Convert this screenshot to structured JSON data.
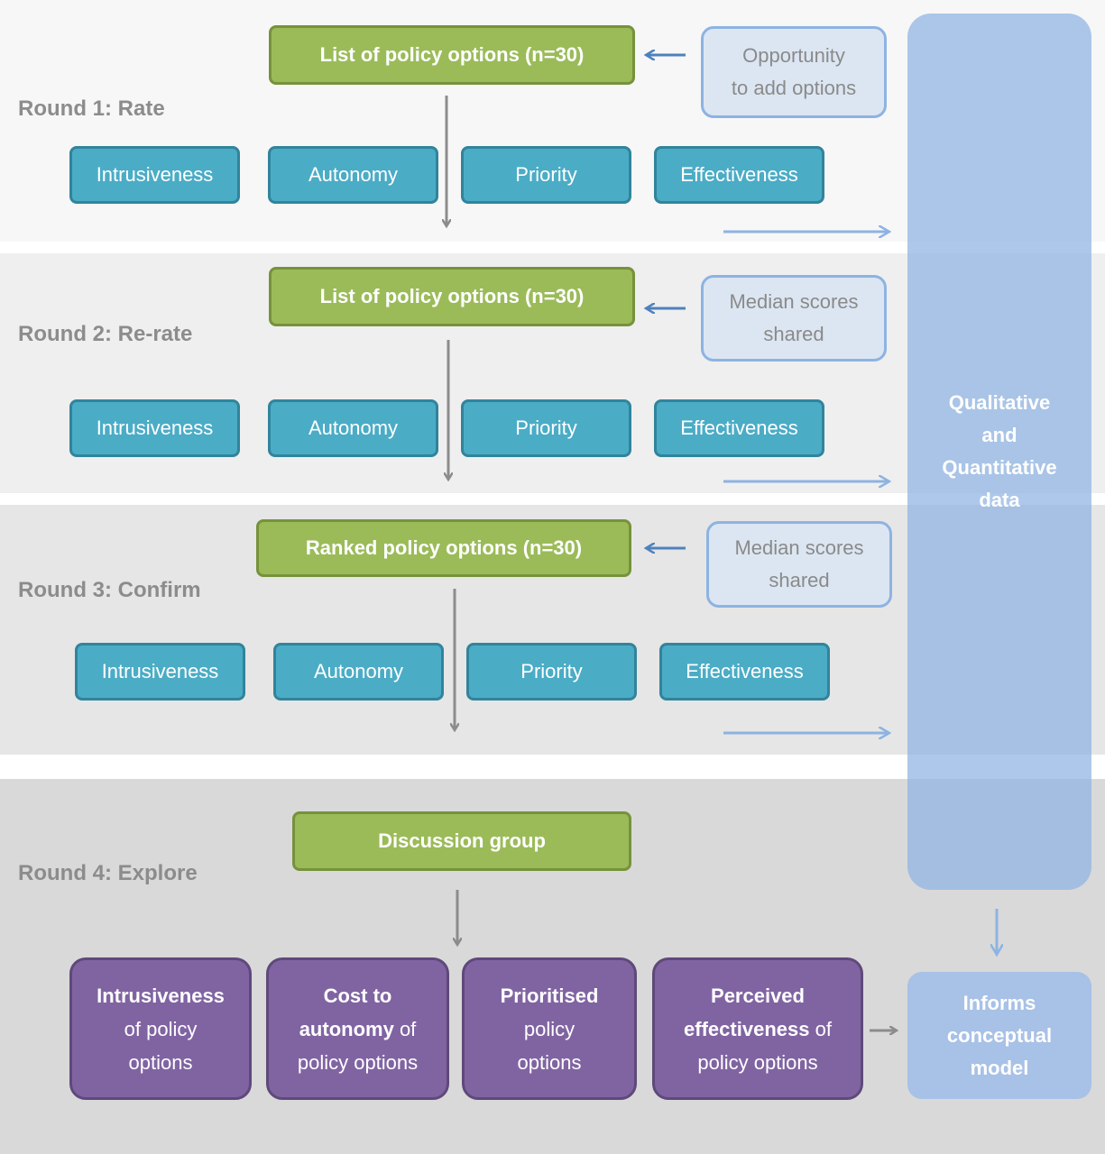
{
  "rounds": [
    {
      "label": "Round 1: Rate",
      "list_box": "List of policy options (n=30)",
      "side_note": [
        "Opportunity",
        "to add options"
      ],
      "criteria": [
        "Intrusiveness",
        "Autonomy",
        "Priority",
        "Effectiveness"
      ]
    },
    {
      "label": "Round 2: Re-rate",
      "list_box": "List of policy options (n=30)",
      "side_note": [
        "Median scores",
        "shared"
      ],
      "criteria": [
        "Intrusiveness",
        "Autonomy",
        "Priority",
        "Effectiveness"
      ]
    },
    {
      "label": "Round 3: Confirm",
      "list_box": "Ranked policy options (n=30)",
      "side_note": [
        "Median scores",
        "shared"
      ],
      "criteria": [
        "Intrusiveness",
        "Autonomy",
        "Priority",
        "Effectiveness"
      ]
    }
  ],
  "round4": {
    "label": "Round 4: Explore",
    "discussion": "Discussion group",
    "outcomes": [
      {
        "bold": "Intrusiveness",
        "rest1": "of policy",
        "rest2": "options"
      },
      {
        "bold_pre": "Cost to",
        "bold": "autonomy",
        "rest1": "of",
        "rest2": "policy options"
      },
      {
        "bold": "Prioritised",
        "rest1": "policy",
        "rest2": "options"
      },
      {
        "bold_pre": "Perceived",
        "bold": "effectiveness",
        "rest1": "of",
        "rest2": "policy options"
      }
    ]
  },
  "data_column": [
    "Qualitative",
    "and",
    "Quantitative",
    "data"
  ],
  "informs": [
    "Informs",
    "conceptual",
    "model"
  ],
  "colors": {
    "green": "#9bbb59",
    "teal": "#4bacc6",
    "purple": "#8064a2",
    "light_blue": "#dce6f2",
    "column_blue": "#8db3e2"
  }
}
